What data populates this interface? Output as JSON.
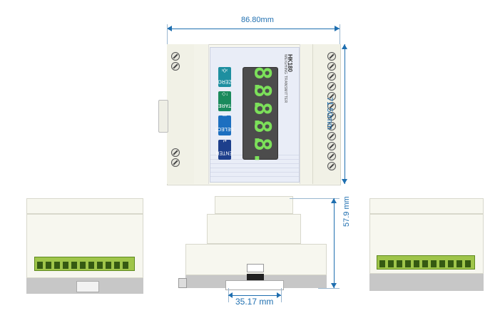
{
  "dimensions": {
    "width_label": "86.80mm",
    "height_label": "71.50mm",
    "depth_label": "57.9 mm",
    "rail_label": "35.17 mm"
  },
  "device": {
    "model": "HK180",
    "subtitle": "WEIGHING TRANSMITTER",
    "display_digits": [
      "8.",
      "8.",
      "8.",
      "8.",
      "8."
    ],
    "keys": [
      {
        "label": "ZERO",
        "symbol": "›0‹",
        "color": "#1e8fa0"
      },
      {
        "label": "TARE",
        "symbol": "↑◇",
        "color": "#1a8a5c"
      },
      {
        "label": "SELECT",
        "symbol": "▭",
        "color": "#1c6fc0"
      },
      {
        "label": "ENTER",
        "symbol": "↵",
        "color": "#1d3f8c"
      }
    ]
  },
  "colors": {
    "dimension_line": "#1f6fb0",
    "display_digits": "#7ce05a",
    "terminal_green": "#9fc54a"
  }
}
